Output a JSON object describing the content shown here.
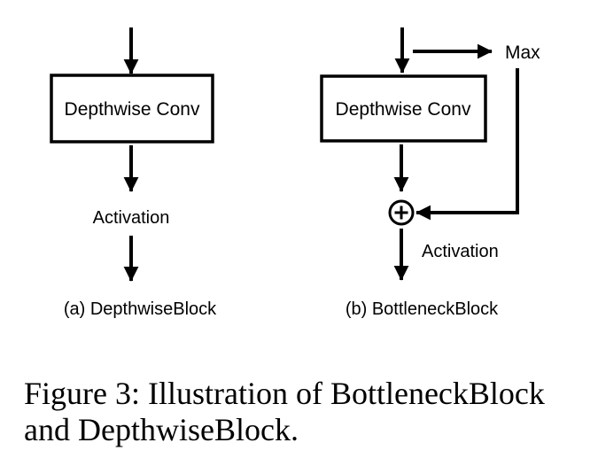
{
  "figure": {
    "diagram_a": {
      "box_label": "Depthwise Conv",
      "activation_label": "Activation",
      "caption": "(a) DepthwiseBlock"
    },
    "diagram_b": {
      "box_label": "Depthwise Conv",
      "max_label": "Max",
      "activation_label": "Activation",
      "caption": "(b) BottleneckBlock"
    },
    "icons": {
      "add": "circle-plus-icon",
      "arrows": "solid-black-arrowheads"
    },
    "figure_caption": {
      "line1": "Figure 3: Illustration of BottleneckBlock",
      "line2": "and DepthwiseBlock."
    },
    "colors": {
      "ink": "#000000",
      "background": "#ffffff"
    }
  }
}
